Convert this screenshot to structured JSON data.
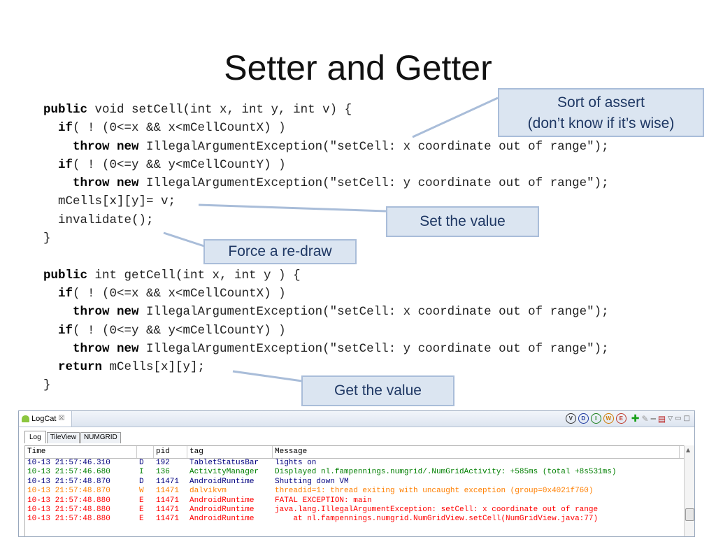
{
  "slide": {
    "title": "Setter and Getter"
  },
  "code": {
    "setter": [
      {
        "parts": [
          {
            "t": "public",
            "kw": true
          },
          {
            "t": " void setCell(int x, int y, int v) {",
            "kw": false
          }
        ]
      },
      {
        "parts": [
          {
            "t": "  ",
            "kw": false
          },
          {
            "t": "if",
            "kw": true
          },
          {
            "t": "( ! (0<=x && x<mCellCountX) )",
            "kw": false
          }
        ]
      },
      {
        "parts": [
          {
            "t": "    ",
            "kw": false
          },
          {
            "t": "throw new",
            "kw": true
          },
          {
            "t": " IllegalArgumentException(\"setCell: x coordinate out of range\");",
            "kw": false
          }
        ]
      },
      {
        "parts": [
          {
            "t": "  ",
            "kw": false
          },
          {
            "t": "if",
            "kw": true
          },
          {
            "t": "( ! (0<=y && y<mCellCountY) )",
            "kw": false
          }
        ]
      },
      {
        "parts": [
          {
            "t": "    ",
            "kw": false
          },
          {
            "t": "throw new",
            "kw": true
          },
          {
            "t": " IllegalArgumentException(\"setCell: y coordinate out of range\");",
            "kw": false
          }
        ]
      },
      {
        "parts": [
          {
            "t": "  mCells[x][y]= v;",
            "kw": false
          }
        ]
      },
      {
        "parts": [
          {
            "t": "  invalidate();",
            "kw": false
          }
        ]
      },
      {
        "parts": [
          {
            "t": "}",
            "kw": false
          }
        ]
      }
    ],
    "getter": [
      {
        "parts": [
          {
            "t": "public",
            "kw": true
          },
          {
            "t": " int getCell(int x, int y ) {",
            "kw": false
          }
        ]
      },
      {
        "parts": [
          {
            "t": "  ",
            "kw": false
          },
          {
            "t": "if",
            "kw": true
          },
          {
            "t": "( ! (0<=x && x<mCellCountX) )",
            "kw": false
          }
        ]
      },
      {
        "parts": [
          {
            "t": "    ",
            "kw": false
          },
          {
            "t": "throw new",
            "kw": true
          },
          {
            "t": " IllegalArgumentException(\"setCell: x coordinate out of range\");",
            "kw": false
          }
        ]
      },
      {
        "parts": [
          {
            "t": "  ",
            "kw": false
          },
          {
            "t": "if",
            "kw": true
          },
          {
            "t": "( ! (0<=y && y<mCellCountY) )",
            "kw": false
          }
        ]
      },
      {
        "parts": [
          {
            "t": "    ",
            "kw": false
          },
          {
            "t": "throw new",
            "kw": true
          },
          {
            "t": " IllegalArgumentException(\"setCell: y coordinate out of range\");",
            "kw": false
          }
        ]
      },
      {
        "parts": [
          {
            "t": "  ",
            "kw": false
          },
          {
            "t": "return",
            "kw": true
          },
          {
            "t": " mCells[x][y];",
            "kw": false
          }
        ]
      },
      {
        "parts": [
          {
            "t": "}",
            "kw": false
          }
        ]
      }
    ]
  },
  "callouts": {
    "assert_line1": "Sort of assert",
    "assert_line2": "(don’t know if it’s wise)",
    "set_value": "Set the value",
    "redraw": "Force a re-draw",
    "get_value": "Get the value"
  },
  "logcat": {
    "tab_label": "LogCat",
    "tab_close": "☒",
    "levels": [
      "V",
      "D",
      "I",
      "W",
      "E"
    ],
    "subtabs": [
      "Log",
      "TileView",
      "NUMGRID"
    ],
    "columns": [
      "Time",
      "",
      "pid",
      "tag",
      "Message"
    ],
    "rows": [
      {
        "time": "10-13 21:57:46.310",
        "level": "D",
        "pid": "192",
        "tag": "TabletStatusBar",
        "msg": "lights on"
      },
      {
        "time": "10-13 21:57:46.680",
        "level": "I",
        "pid": "136",
        "tag": "ActivityManager",
        "msg": "Displayed nl.fampennings.numgrid/.NumGridActivity: +585ms (total +8s531ms)"
      },
      {
        "time": "10-13 21:57:48.870",
        "level": "D",
        "pid": "11471",
        "tag": "AndroidRuntime",
        "msg": "Shutting down VM"
      },
      {
        "time": "10-13 21:57:48.870",
        "level": "W",
        "pid": "11471",
        "tag": "dalvikvm",
        "msg": "threadid=1: thread exiting with uncaught exception (group=0x4021f760)"
      },
      {
        "time": "10-13 21:57:48.880",
        "level": "E",
        "pid": "11471",
        "tag": "AndroidRuntime",
        "msg": "FATAL EXCEPTION: main"
      },
      {
        "time": "10-13 21:57:48.880",
        "level": "E",
        "pid": "11471",
        "tag": "AndroidRuntime",
        "msg": "java.lang.IllegalArgumentException: setCell: x coordinate out of range"
      },
      {
        "time": "10-13 21:57:48.880",
        "level": "E",
        "pid": "11471",
        "tag": "AndroidRuntime",
        "msg": "    at nl.fampennings.numgrid.NumGridView.setCell(NumGridView.java:77)"
      }
    ],
    "level_colors": {
      "D": "#00007f",
      "I": "#007f00",
      "W": "#ff7f00",
      "E": "#ff0000",
      "V": "#000000"
    }
  }
}
